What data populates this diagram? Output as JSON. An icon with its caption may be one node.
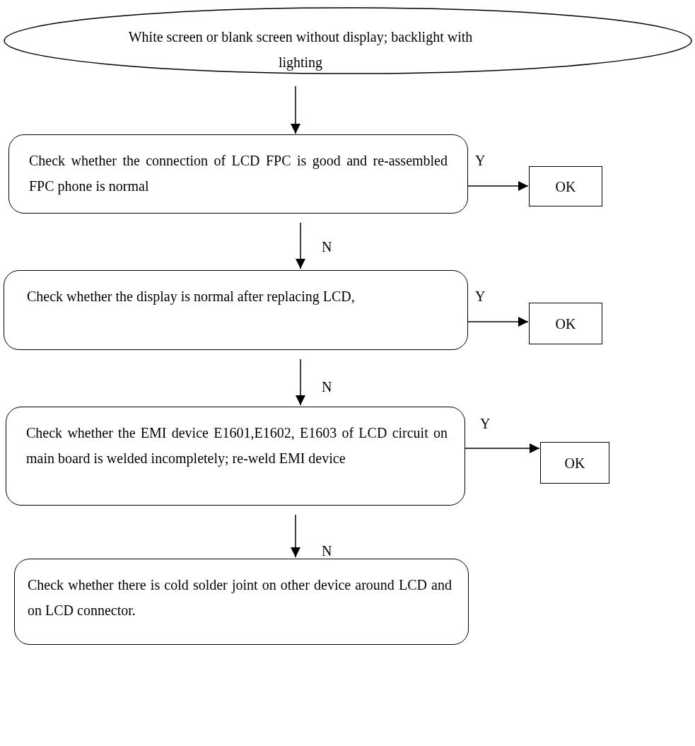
{
  "diagram": {
    "nodes": [
      {
        "text": [
          "White screen or blank screen without display; backlight with lighting"
        ]
      },
      {
        "text": [
          "Check whether the connection of LCD FPC is good and re-assembled FPC phone is normal"
        ]
      },
      {
        "text": [
          "OK"
        ]
      },
      {
        "text": [
          "Check whether the display is normal after replacing LCD,"
        ]
      },
      {
        "text": [
          "OK"
        ]
      },
      {
        "text": [
          "Check whether the EMI device E1601,E1602, E1603 of LCD circuit on main board is welded incompletely; re-weld EMI device"
        ]
      },
      {
        "text": [
          "OK"
        ]
      },
      {
        "text": [
          "Check whether there is cold solder joint on other device around LCD and on LCD connector."
        ]
      }
    ],
    "edges": [
      {
        "from": 0,
        "to": 1,
        "arrow": "to"
      },
      {
        "from": 1,
        "to": 2,
        "arrow": "to",
        "label": "Y"
      },
      {
        "from": 1,
        "to": 3,
        "arrow": "to",
        "label": "N"
      },
      {
        "from": 3,
        "to": 4,
        "arrow": "to",
        "label": "Y"
      },
      {
        "from": 3,
        "to": 5,
        "arrow": "to",
        "label": "N"
      },
      {
        "from": 5,
        "to": 6,
        "arrow": "to",
        "label": "Y"
      },
      {
        "from": 5,
        "to": 7,
        "arrow": "to",
        "label": "N"
      }
    ]
  }
}
